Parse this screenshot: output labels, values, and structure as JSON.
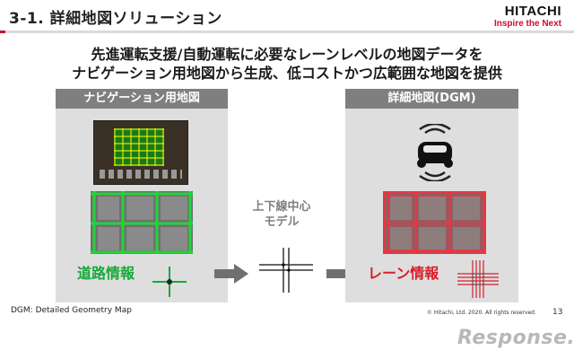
{
  "slide": {
    "title": "3-1. 詳細地図ソリューション",
    "logo_main": "HITACHI",
    "logo_tagline": "Inspire the Next",
    "headline_line1": "先進運転支援/自動運転に必要なレーンレベルの地図データを",
    "headline_line2": "ナビゲーション用地図から生成、低コストかつ広範囲な地図を提供"
  },
  "left_panel": {
    "header": "ナビゲーション用地図",
    "caption": "道路情報"
  },
  "middle": {
    "label_line1": "上下線中心",
    "label_line2": "モデル"
  },
  "right_panel": {
    "header": "詳細地図(DGM)",
    "caption": "レーン情報"
  },
  "footer": {
    "note": "DGM: Detailed Geometry Map",
    "copyright": "© Hitachi, Ltd. 2020. All rights reserved.",
    "page": "13"
  },
  "watermark": "Response.",
  "colors": {
    "accent_red": "#c8102e",
    "road_green": "#18a83a",
    "lane_red": "#d81e2a",
    "panel_gray": "#dedede",
    "header_gray": "#7f7f7f"
  }
}
